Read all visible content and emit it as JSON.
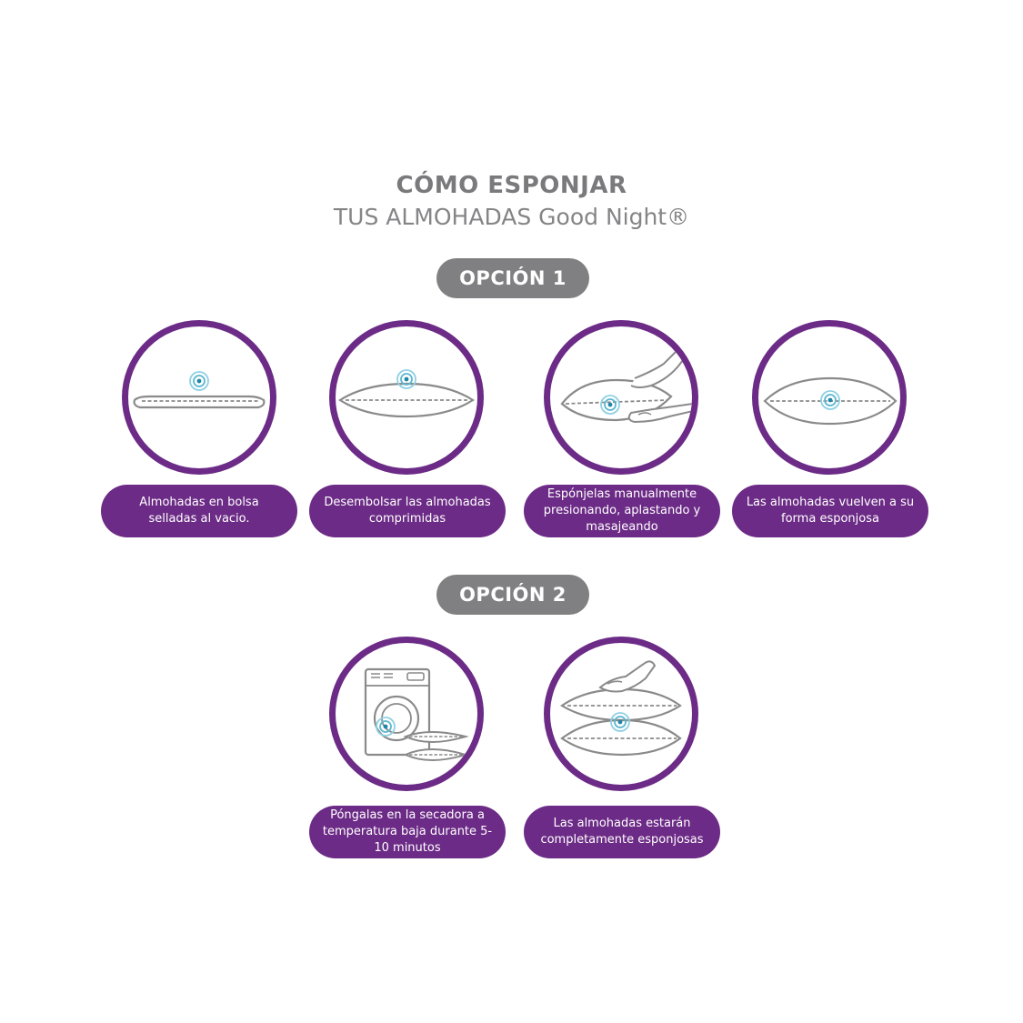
{
  "header": {
    "title": "CÓMO ESPONJAR",
    "subtitle": "TUS ALMOHADAS Good Night®"
  },
  "options": [
    {
      "label": "OPCIÓN 1",
      "steps": [
        {
          "icon": "vacuum-sealed-pillow-icon",
          "text": "Almohadas en bolsa selladas al vacio."
        },
        {
          "icon": "unbagged-pillow-icon",
          "text": "Desembolsar las almohadas comprimidas"
        },
        {
          "icon": "hands-fluffing-pillow-icon",
          "text": "Espónjelas manualmente presionando, aplastando y masajeando"
        },
        {
          "icon": "fluffy-pillow-icon",
          "text": "Las almohadas vuelven a su forma esponjosa"
        }
      ]
    },
    {
      "label": "OPCIÓN 2",
      "steps": [
        {
          "icon": "dryer-with-pillows-icon",
          "text": "Póngalas en la secadora a temperatura baja durante 5-10 minutos"
        },
        {
          "icon": "stacked-fluffy-pillows-icon",
          "text": "Las almohadas estarán completamente esponjosas"
        }
      ]
    }
  ],
  "colors": {
    "accent_purple": "#6c2b86",
    "pill_gray": "#807f81",
    "title_gray": "#7a7a7c",
    "target_blue": "#2a8fb0"
  }
}
